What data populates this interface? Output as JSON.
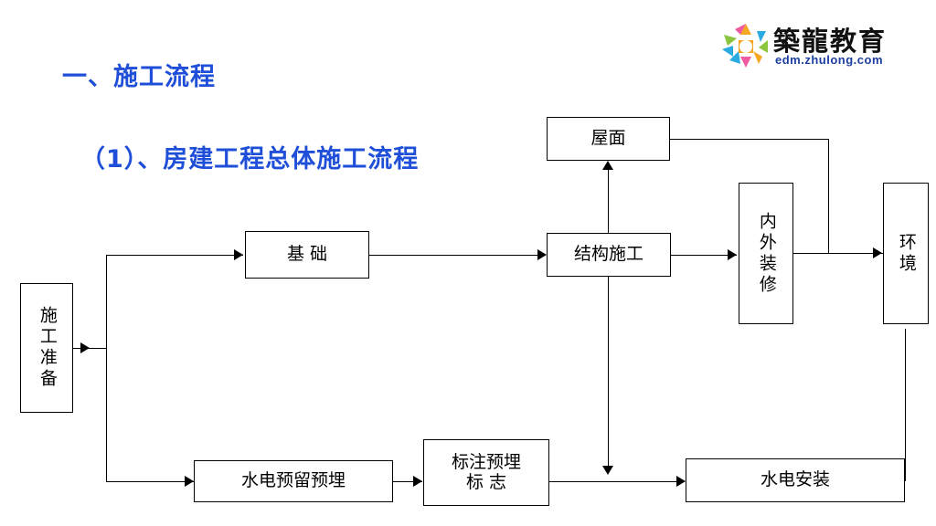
{
  "logo": {
    "brand_name": "築龍教育",
    "brand_url": "edm.zhulong.com",
    "mark_icon": "flower-logo-icon",
    "colors": {
      "petal_orange": "#f5a623",
      "petal_green": "#8cc63e",
      "petal_blue": "#29abe2",
      "petal_pink": "#ef5ba1",
      "center": "#ffffff"
    }
  },
  "headings": {
    "title": "一、施工流程",
    "subtitle": "（1）、房建工程总体施工流程",
    "color": "#1f4fd8"
  },
  "diagram": {
    "type": "flowchart",
    "nodes": [
      {
        "id": "prep",
        "label": "施工准备",
        "orientation": "vertical"
      },
      {
        "id": "foundation",
        "label": "基  础",
        "orientation": "horizontal"
      },
      {
        "id": "structure",
        "label": "结构施工",
        "orientation": "horizontal"
      },
      {
        "id": "roof",
        "label": "屋面",
        "orientation": "horizontal"
      },
      {
        "id": "decoration",
        "label": "内外装修",
        "orientation": "vertical"
      },
      {
        "id": "environment",
        "label": "环境",
        "orientation": "vertical"
      },
      {
        "id": "mep-reserve",
        "label": "水电预留预埋",
        "orientation": "horizontal"
      },
      {
        "id": "mark-embed-line1",
        "label": "标注预埋",
        "orientation": "horizontal"
      },
      {
        "id": "mark-embed-line2",
        "label": "标    志",
        "orientation": "horizontal"
      },
      {
        "id": "mep-install",
        "label": "水电安装",
        "orientation": "horizontal"
      }
    ],
    "edges": [
      {
        "from": "prep",
        "to": "foundation"
      },
      {
        "from": "prep",
        "to": "mep-reserve"
      },
      {
        "from": "foundation",
        "to": "structure"
      },
      {
        "from": "structure",
        "to": "roof"
      },
      {
        "from": "structure",
        "to": "decoration"
      },
      {
        "from": "structure",
        "to": "mep-install"
      },
      {
        "from": "mep-reserve",
        "to": "mark-embed"
      },
      {
        "from": "mark-embed",
        "to": "mep-install"
      },
      {
        "from": "roof",
        "to": "environment"
      },
      {
        "from": "decoration",
        "to": "environment"
      },
      {
        "from": "mep-install",
        "to": "environment"
      }
    ]
  }
}
